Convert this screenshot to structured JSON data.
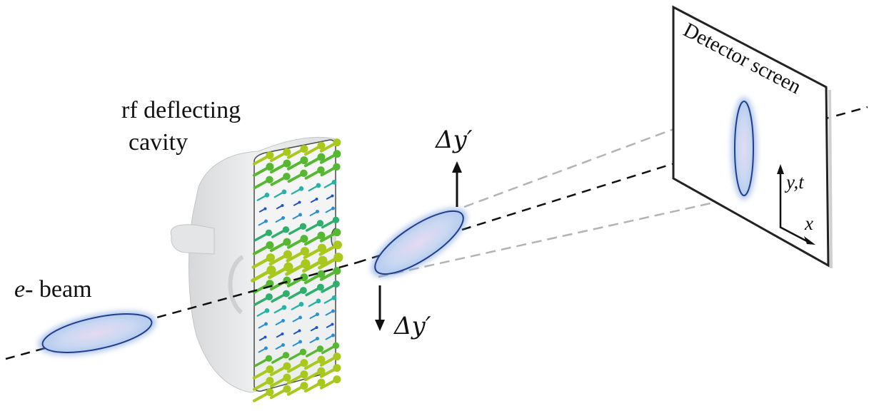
{
  "labels": {
    "cavity_line1": "rf deflecting",
    "cavity_line2": "cavity",
    "beam_prefix": "e",
    "beam_suffix": "- beam",
    "kick_up": "Δy′",
    "kick_down": "Δy′",
    "screen": "Detector screen",
    "axis_vertical": "y,t",
    "axis_horizontal": "x"
  },
  "colors": {
    "beam_fill": "#c9d8f2",
    "beam_glow": "#6b93d6",
    "beam_edge": "#1f3f8c",
    "cavity_body": "#e6e7e9",
    "cavity_face": "#f4f5f6",
    "axis_line": "#111111",
    "projection_line": "#b3b3b3",
    "field_colors": [
      "#a8c81e",
      "#55b830",
      "#2fae6e",
      "#27b2a6",
      "#2a8fd0",
      "#1d54c2"
    ]
  },
  "icons": [
    "arrow-up-icon",
    "arrow-down-icon",
    "axis-arrows-icon"
  ]
}
